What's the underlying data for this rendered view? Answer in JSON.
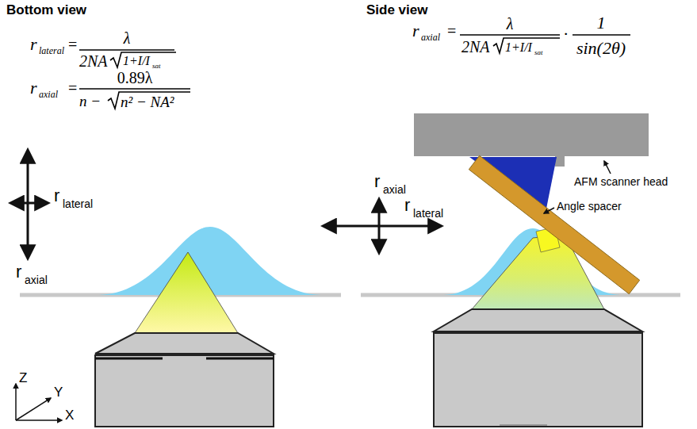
{
  "diagram": {
    "labels": [
      "Bottom view",
      "Side view",
      "r",
      "lateral",
      "=",
      "λ",
      "2NA",
      "1+I/I",
      "sat",
      "r",
      "axial",
      "=",
      "0.89λ",
      "n −",
      "n² − NA²",
      "r",
      "axial",
      "=",
      "λ",
      "2NA",
      "1+I/I",
      "sat",
      "·",
      "1",
      "sin(2θ)",
      "r",
      "lateral",
      "r",
      "axial",
      "Z",
      "Y",
      "X",
      "r",
      "axial",
      "r",
      "lateral",
      "AFM scanner head",
      "Angle spacer"
    ]
  }
}
